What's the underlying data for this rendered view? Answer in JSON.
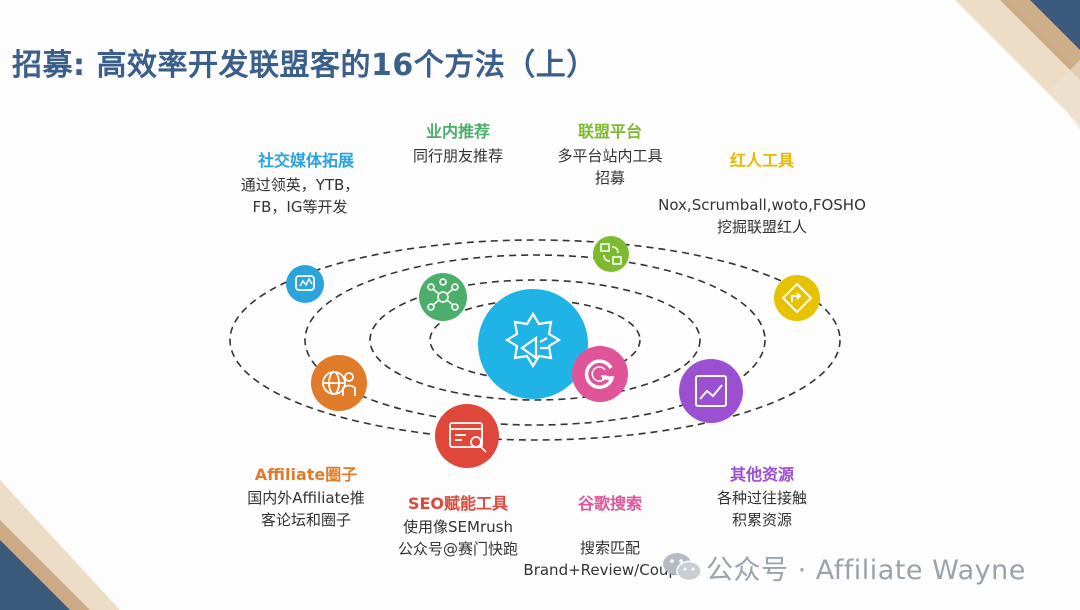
{
  "title": "招募: 高效率开发联盟客的16个方法（上）",
  "colors": {
    "title": "#3a5f8a",
    "social": "#2ba3dc",
    "industry": "#4cae6b",
    "platform": "#7cba2f",
    "influencer": "#e6c200",
    "community": "#e07b2a",
    "seo": "#e0473b",
    "google": "#e0559a",
    "other": "#9b4fd1",
    "center": "#1fb3e6"
  },
  "categories": [
    {
      "key": "social",
      "title": "社交媒体拓展",
      "lines": [
        "通过领英，YTB，",
        "FB，IG等开发"
      ],
      "icon": "megaphone-chat-icon"
    },
    {
      "key": "industry",
      "title": "业内推荐",
      "lines": [
        "同行朋友推荐"
      ],
      "icon": "network-icon"
    },
    {
      "key": "platform",
      "title": "联盟平台",
      "lines": [
        "多平台站内工具",
        "招募"
      ],
      "icon": "exchange-boxes-icon"
    },
    {
      "key": "influencer",
      "title": "红人工具",
      "lines": [
        "Nox,Scrumball,woto,FOSHO",
        "挖掘联盟红人"
      ],
      "icon": "diamond-direction-icon"
    },
    {
      "key": "community",
      "title": "Affiliate圈子",
      "lines": [
        "国内外Affiliate推",
        "客论坛和圈子"
      ],
      "icon": "globe-person-icon"
    },
    {
      "key": "seo",
      "title": "SEO赋能工具",
      "lines": [
        "使用像SEMrush",
        "公众号@赛门快跑"
      ],
      "icon": "browser-search-icon"
    },
    {
      "key": "google",
      "title": "谷歌搜索",
      "lines": [
        "搜索匹配",
        "Brand+Review/Coupon"
      ],
      "icon": "google-g-icon"
    },
    {
      "key": "other",
      "title": "其他资源",
      "lines": [
        "各种过往接触",
        "积累资源"
      ],
      "icon": "chart-window-icon"
    }
  ],
  "watermark": {
    "text": "公众号 · Affiliate Wayne",
    "icon": "wechat-icon"
  }
}
